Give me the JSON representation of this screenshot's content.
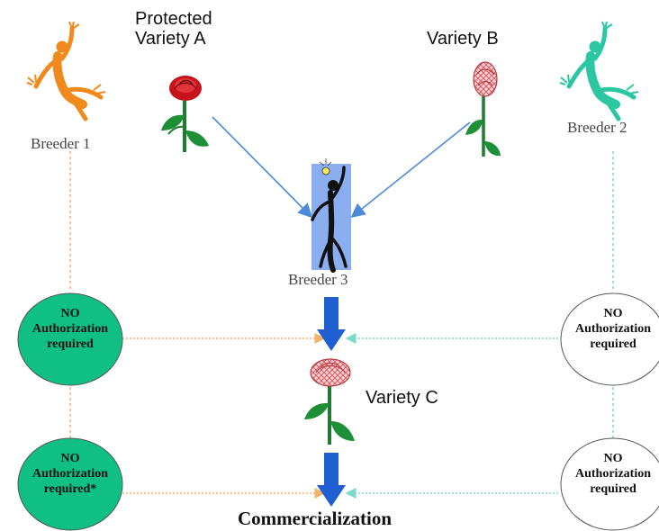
{
  "labels": {
    "protected_variety_a": [
      "Protected",
      "Variety A"
    ],
    "variety_b": "Variety B",
    "variety_c": "Variety C",
    "breeder_1": "Breeder 1",
    "breeder_2": "Breeder 2",
    "breeder_3": "Breeder 3",
    "commercialization": "Commercialization"
  },
  "authorization_nodes": {
    "left_top": [
      "NO",
      "Authorization",
      "required"
    ],
    "left_bottom": [
      "NO",
      "Authorization",
      "required*"
    ],
    "right_top": [
      "NO",
      "Authorization",
      "required"
    ],
    "right_bottom": [
      "NO",
      "Authorization",
      "required"
    ]
  },
  "colors": {
    "breeder_1": "#f08a1c",
    "breeder_2": "#2bc7a2",
    "auth_left_fill": "#0fbf84",
    "auth_right_fill": "#ffffff",
    "arrow_blue": "#1f5fd1",
    "thin_arrow": "#4a8ad8",
    "dashed_orange": "#f2b36a",
    "dashed_teal": "#7fd9c8",
    "breeder3_bg": "#8aaef0",
    "rose_red": "#c5121b",
    "rose_pattern": "#d84e55"
  },
  "icons": {
    "breeder_1": "stick-figure-orange-icon",
    "breeder_2": "stick-figure-teal-icon",
    "breeder_3": "stick-figure-blue-lightbulb-icon",
    "variety_a": "red-rose-icon",
    "variety_b": "patterned-rose-icon",
    "variety_c": "patterned-rose-icon"
  }
}
